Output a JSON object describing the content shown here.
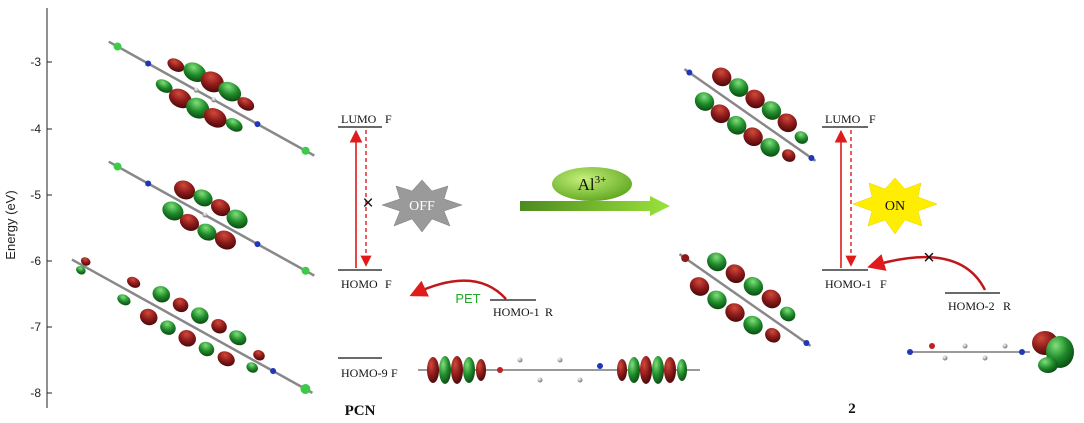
{
  "energy_axis": {
    "title": "Energy (eV)",
    "ticks": [
      "-3",
      "-4",
      "-5",
      "-6",
      "-7",
      "-8"
    ]
  },
  "left_panel": {
    "compound_label": "PCN",
    "levels": {
      "lumo": "LUMO",
      "lumo_tag": "F",
      "homo": "HOMO",
      "homo_tag": "F",
      "homo_minus_1": "HOMO-1",
      "homo_minus_1_tag": "R",
      "homo_minus_9": "HOMO-9",
      "homo_minus_9_tag": "F"
    },
    "pet_label": "PET",
    "state_label": "OFF",
    "blocked_mark": "×"
  },
  "middle": {
    "ion_label": "Al",
    "ion_charge": "3+"
  },
  "right_panel": {
    "compound_label": "2",
    "levels": {
      "lumo": "LUMO",
      "lumo_tag": "F",
      "homo_minus_1": "HOMO-1",
      "homo_minus_1_tag": "F",
      "homo_minus_2": "HOMO-2",
      "homo_minus_2_tag": "R"
    },
    "state_label": "ON",
    "blocked_mark": "×"
  },
  "colors": {
    "lobe_red": "#8b1a1a",
    "lobe_green": "#1f8a2a",
    "arrow_red": "#e01b1b",
    "off_burst": "#9a9a9a",
    "on_burst": "#ffee00",
    "ion_ellipse": "#7cc22e",
    "pet_text": "#1faa2a"
  }
}
